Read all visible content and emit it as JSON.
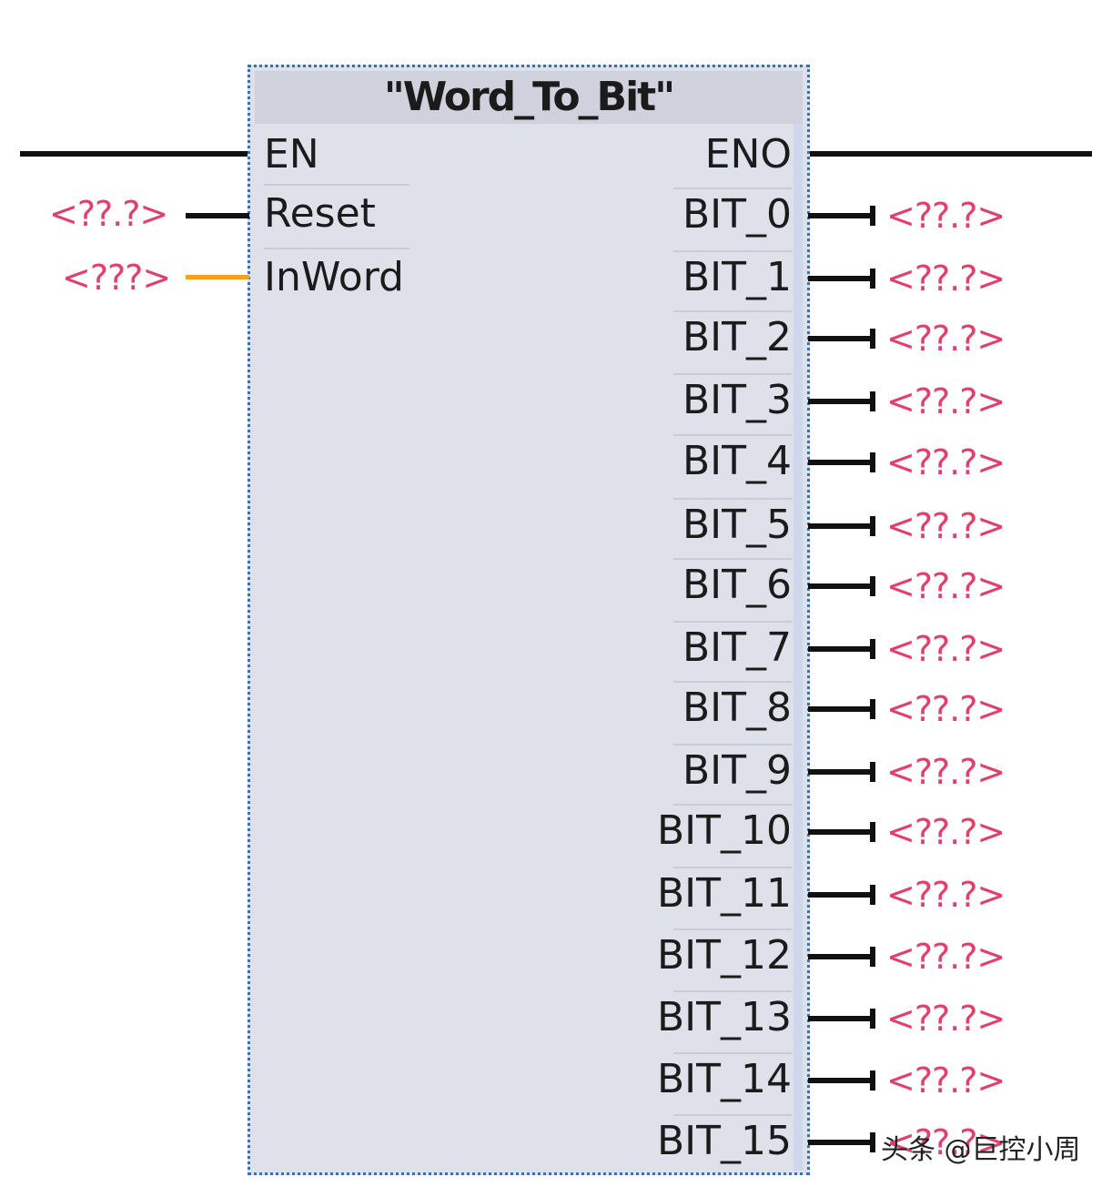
{
  "block": {
    "title": "\"Word_To_Bit\""
  },
  "inputs": [
    {
      "pin": "EN",
      "operand": "",
      "wire_color": "#111111"
    },
    {
      "pin": "Reset",
      "operand": "<??.?>",
      "wire_color": "#111111"
    },
    {
      "pin": "InWord",
      "operand": "<???>",
      "wire_color": "#f0a21a"
    }
  ],
  "outputs": [
    {
      "pin": "ENO",
      "operand": ""
    },
    {
      "pin": "BIT_0",
      "operand": "<??.?>"
    },
    {
      "pin": "BIT_1",
      "operand": "<??.?>"
    },
    {
      "pin": "BIT_2",
      "operand": "<??.?>"
    },
    {
      "pin": "BIT_3",
      "operand": "<??.?>"
    },
    {
      "pin": "BIT_4",
      "operand": "<??.?>"
    },
    {
      "pin": "BIT_5",
      "operand": "<??.?>"
    },
    {
      "pin": "BIT_6",
      "operand": "<??.?>"
    },
    {
      "pin": "BIT_7",
      "operand": "<??.?>"
    },
    {
      "pin": "BIT_8",
      "operand": "<??.?>"
    },
    {
      "pin": "BIT_9",
      "operand": "<??.?>"
    },
    {
      "pin": "BIT_10",
      "operand": "<??.?>"
    },
    {
      "pin": "BIT_11",
      "operand": "<??.?>"
    },
    {
      "pin": "BIT_12",
      "operand": "<??.?>"
    },
    {
      "pin": "BIT_13",
      "operand": "<??.?>"
    },
    {
      "pin": "BIT_14",
      "operand": "<??.?>"
    },
    {
      "pin": "BIT_15",
      "operand": "<??.?>"
    }
  ],
  "colors": {
    "operand_placeholder": "#e0406a",
    "word_wire": "#f0a21a",
    "bool_wire": "#111111",
    "block_fill": "#dfe1ea",
    "block_border": "#3b6fb5"
  },
  "watermark": "头条 @巨控小周"
}
